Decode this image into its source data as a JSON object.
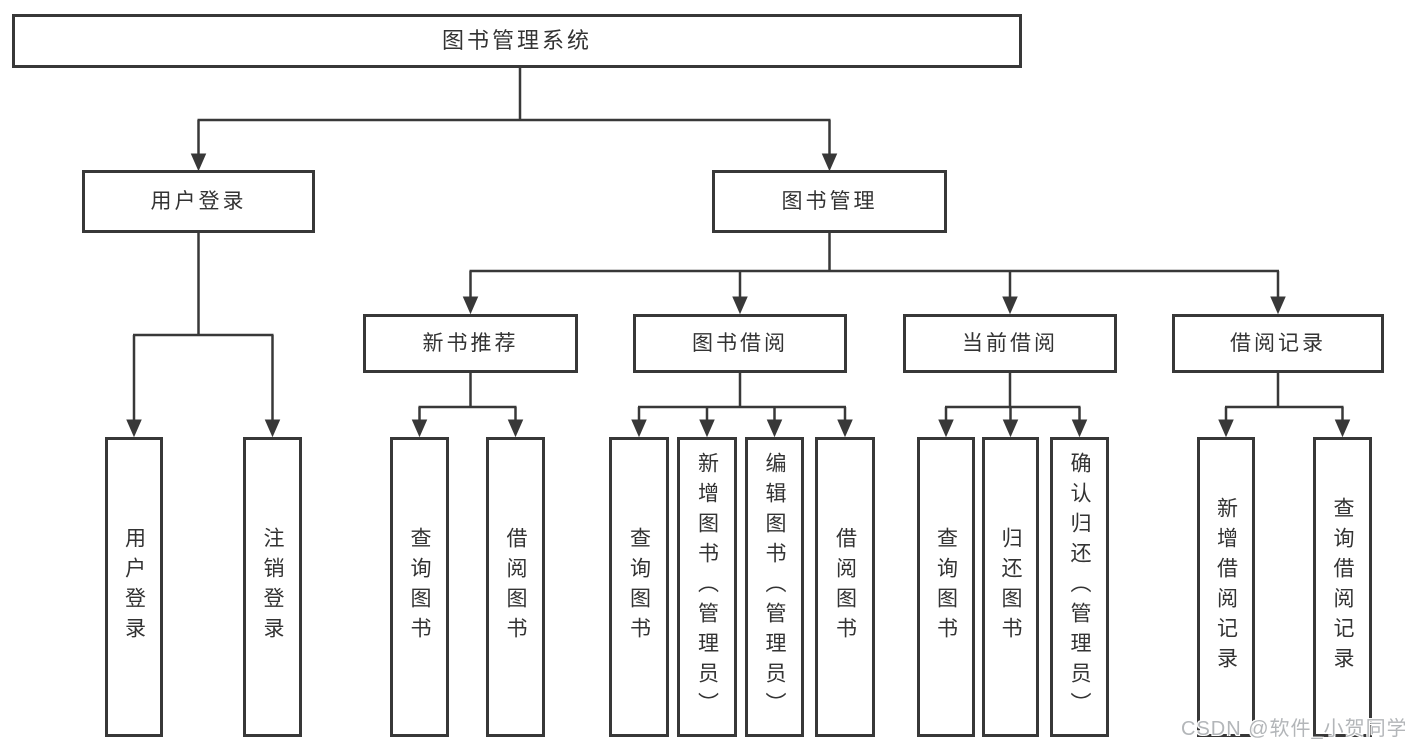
{
  "tree": {
    "label": "图书管理系统",
    "children": [
      {
        "label": "用户登录",
        "children": [
          {
            "label": "用户登录"
          },
          {
            "label": "注销登录"
          }
        ]
      },
      {
        "label": "图书管理",
        "children": [
          {
            "label": "新书推荐",
            "children": [
              {
                "label": "查询图书"
              },
              {
                "label": "借阅图书"
              }
            ]
          },
          {
            "label": "图书借阅",
            "children": [
              {
                "label": "查询图书"
              },
              {
                "label": "新增图书（管理员）"
              },
              {
                "label": "编辑图书（管理员）"
              },
              {
                "label": "借阅图书"
              }
            ]
          },
          {
            "label": "当前借阅",
            "children": [
              {
                "label": "查询图书"
              },
              {
                "label": "归还图书"
              },
              {
                "label": "确认归还（管理员）"
              }
            ]
          },
          {
            "label": "借阅记录",
            "children": [
              {
                "label": "新增借阅记录"
              },
              {
                "label": "查询借阅记录"
              }
            ]
          }
        ]
      }
    ]
  },
  "watermark": {
    "text": "CSDN @软件_小贺同学"
  },
  "colors": {
    "line": "#383838",
    "box_border": "#383838",
    "box_background": "#ffffff",
    "text": "#333333",
    "watermark": "#b3b6b9"
  }
}
